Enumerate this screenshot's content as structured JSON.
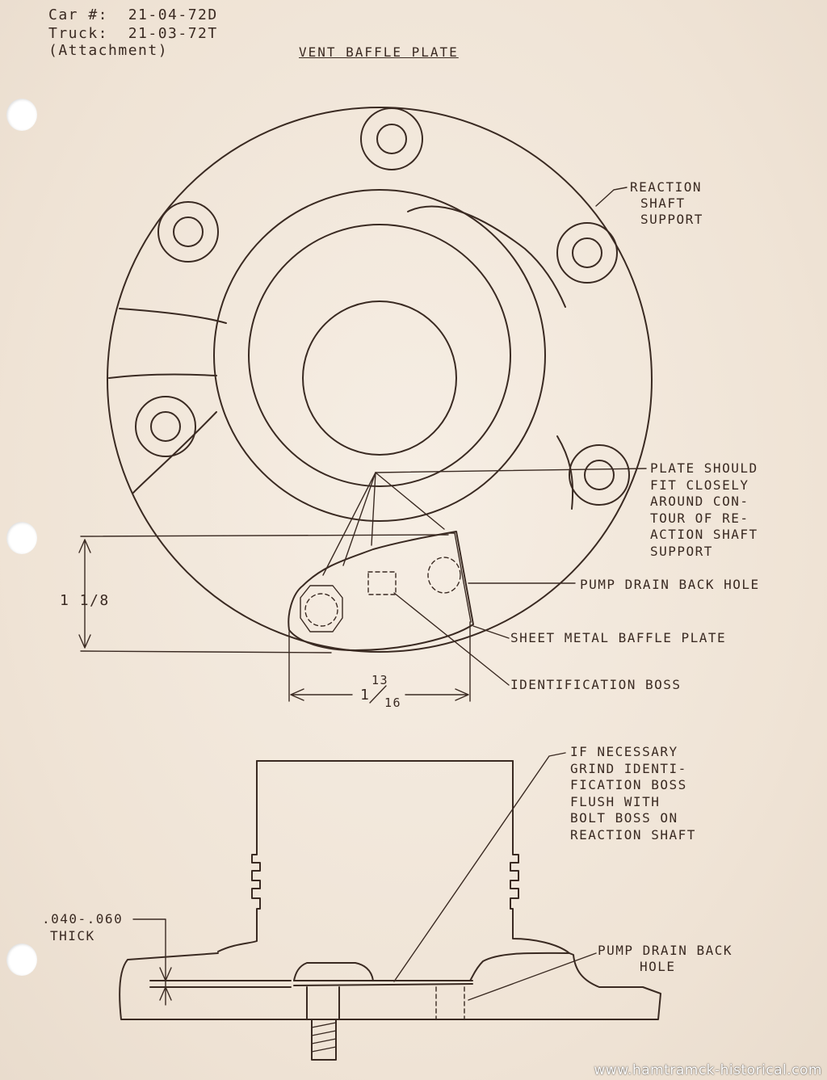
{
  "header": {
    "car": "Car #:  21-04-72D",
    "truck": "Truck:  21-03-72T",
    "attachment": "(Attachment)"
  },
  "title": "VENT BAFFLE PLATE",
  "callouts": {
    "reaction_shaft_support": [
      "REACTION",
      "SHAFT",
      "SUPPORT"
    ],
    "plate_should_fit": [
      "PLATE SHOULD",
      "FIT CLOSELY",
      "AROUND CON-",
      "TOUR OF RE-",
      "ACTION SHAFT",
      "SUPPORT"
    ],
    "pump_drain_back_hole": "PUMP DRAIN BACK HOLE",
    "sheet_metal_baffle_plate": "SHEET METAL BAFFLE PLATE",
    "identification_boss": "IDENTIFICATION BOSS",
    "if_necessary": [
      "IF NECESSARY",
      "GRIND IDENTI-",
      "FICATION BOSS",
      "FLUSH WITH",
      "BOLT BOSS ON",
      "REACTION SHAFT"
    ],
    "thickness": [
      ".040-.060",
      "THICK"
    ],
    "pump_drain_back_hole_section": [
      "PUMP DRAIN BACK",
      "HOLE"
    ]
  },
  "dimensions": {
    "height": "1 1/8",
    "width_whole": "1",
    "width_num": "13",
    "width_den": "16"
  },
  "watermark": "www.hamtramck-historical.com"
}
